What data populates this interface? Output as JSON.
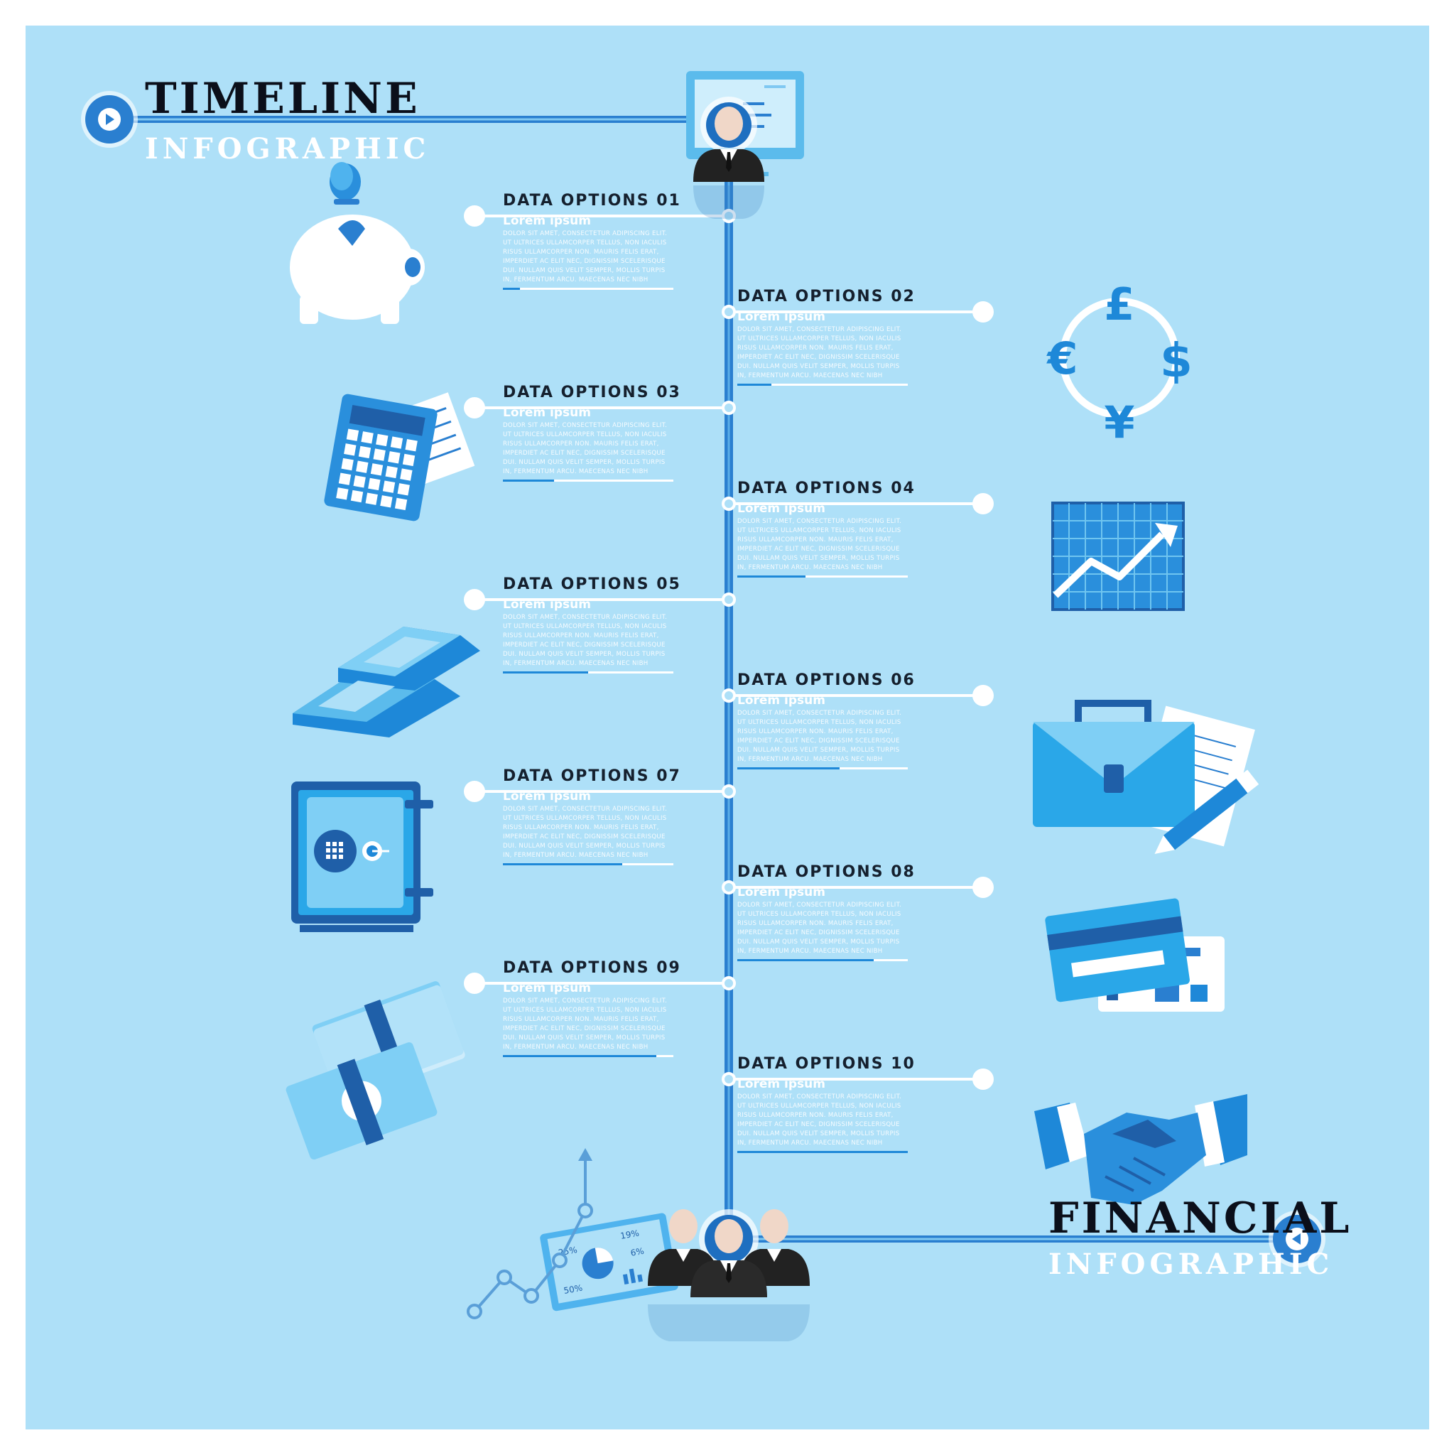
{
  "header": {
    "title": "TIMELINE",
    "subtitle": "INFOGRAPHIC"
  },
  "footer": {
    "title": "FINANCIAL",
    "subtitle": "INFOGRAPHIC"
  },
  "colors": {
    "background": "#aee0f8",
    "timeline_line": "#2a7fd0",
    "accent": "#1e88d8",
    "icon_blue": "#2aa7e8",
    "dark_blue": "#1f5fa8"
  },
  "items": [
    {
      "title": "DATA OPTIONS 01",
      "subtitle": "Lorem ipsum",
      "body": "dolor sit amet, consectetur adipiscing elit. Ut ultrices ullamcorper tellus, non iaculis risus ullamcorper non. Mauris felis erat, imperdiet ac elit nec, dignissim scelerisque dui. Nullam quis velit semper, mollis turpis in, fermentum arcu. Maecenas nec nibh",
      "progress": 0.1,
      "side": "left",
      "icon": "piggy-bank-icon"
    },
    {
      "title": "DATA OPTIONS 02",
      "subtitle": "Lorem ipsum",
      "body": "dolor sit amet, consectetur adipiscing elit. Ut ultrices ullamcorper tellus, non iaculis risus ullamcorper non. Mauris felis erat, imperdiet ac elit nec, dignissim scelerisque dui. Nullam quis velit semper, mollis turpis in, fermentum arcu. Maecenas nec nibh",
      "progress": 0.2,
      "side": "right",
      "icon": "currency-exchange-icon"
    },
    {
      "title": "DATA OPTIONS 03",
      "subtitle": "Lorem ipsum",
      "body": "dolor sit amet, consectetur adipiscing elit. Ut ultrices ullamcorper tellus, non iaculis risus ullamcorper non. Mauris felis erat, imperdiet ac elit nec, dignissim scelerisque dui. Nullam quis velit semper, mollis turpis in, fermentum arcu. Maecenas nec nibh",
      "progress": 0.3,
      "side": "left",
      "icon": "calculator-icon"
    },
    {
      "title": "DATA OPTIONS 04",
      "subtitle": "Lorem ipsum",
      "body": "dolor sit amet, consectetur adipiscing elit. Ut ultrices ullamcorper tellus, non iaculis risus ullamcorper non. Mauris felis erat, imperdiet ac elit nec, dignissim scelerisque dui. Nullam quis velit semper, mollis turpis in, fermentum arcu. Maecenas nec nibh",
      "progress": 0.4,
      "side": "right",
      "icon": "growth-chart-icon"
    },
    {
      "title": "DATA OPTIONS 05",
      "subtitle": "Lorem ipsum",
      "body": "dolor sit amet, consectetur adipiscing elit. Ut ultrices ullamcorper tellus, non iaculis risus ullamcorper non. Mauris felis erat, imperdiet ac elit nec, dignissim scelerisque dui. Nullam quis velit semper, mollis turpis in, fermentum arcu. Maecenas nec nibh",
      "progress": 0.5,
      "side": "left",
      "icon": "gold-bars-icon"
    },
    {
      "title": "DATA OPTIONS 06",
      "subtitle": "Lorem ipsum",
      "body": "dolor sit amet, consectetur adipiscing elit. Ut ultrices ullamcorper tellus, non iaculis risus ullamcorper non. Mauris felis erat, imperdiet ac elit nec, dignissim scelerisque dui. Nullam quis velit semper, mollis turpis in, fermentum arcu. Maecenas nec nibh",
      "progress": 0.6,
      "side": "right",
      "icon": "briefcase-icon"
    },
    {
      "title": "DATA OPTIONS 07",
      "subtitle": "Lorem ipsum",
      "body": "dolor sit amet, consectetur adipiscing elit. Ut ultrices ullamcorper tellus, non iaculis risus ullamcorper non. Mauris felis erat, imperdiet ac elit nec, dignissim scelerisque dui. Nullam quis velit semper, mollis turpis in, fermentum arcu. Maecenas nec nibh",
      "progress": 0.7,
      "side": "left",
      "icon": "safe-icon"
    },
    {
      "title": "DATA OPTIONS 08",
      "subtitle": "Lorem ipsum",
      "body": "dolor sit amet, consectetur adipiscing elit. Ut ultrices ullamcorper tellus, non iaculis risus ullamcorper non. Mauris felis erat, imperdiet ac elit nec, dignissim scelerisque dui. Nullam quis velit semper, mollis turpis in, fermentum arcu. Maecenas nec nibh",
      "progress": 0.8,
      "side": "right",
      "icon": "credit-cards-icon"
    },
    {
      "title": "DATA OPTIONS 09",
      "subtitle": "Lorem ipsum",
      "body": "dolor sit amet, consectetur adipiscing elit. Ut ultrices ullamcorper tellus, non iaculis risus ullamcorper non. Mauris felis erat, imperdiet ac elit nec, dignissim scelerisque dui. Nullam quis velit semper, mollis turpis in, fermentum arcu. Maecenas nec nibh",
      "progress": 0.9,
      "side": "left",
      "icon": "money-stack-icon"
    },
    {
      "title": "DATA OPTIONS 10",
      "subtitle": "Lorem ipsum",
      "body": "dolor sit amet, consectetur adipiscing elit. Ut ultrices ullamcorper tellus, non iaculis risus ullamcorper non. Mauris felis erat, imperdiet ac elit nec, dignissim scelerisque dui. Nullam quis velit semper, mollis turpis in, fermentum arcu. Maecenas nec nibh",
      "progress": 1.0,
      "side": "right",
      "icon": "handshake-icon"
    }
  ],
  "presentation_labels": [
    "25%",
    "19%",
    "6%",
    "50%"
  ]
}
